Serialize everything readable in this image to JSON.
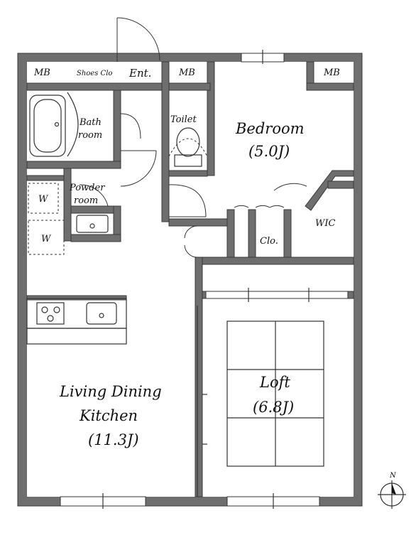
{
  "rooms": {
    "mb_left": "MB",
    "shoes": "Shoes Clo",
    "ent": "Ent.",
    "mb_mid": "MB",
    "mb_right": "MB",
    "bath_line1": "Bath",
    "bath_line2": "room",
    "toilet": "Toilet",
    "bedroom": "Bedroom",
    "bedroom_size": "(5.0J)",
    "powder_line1": "Powder",
    "powder_line2": "room",
    "wm1": "W",
    "wm2": "W",
    "wic": "WIC",
    "clo": "Clo.",
    "loft": "Loft",
    "loft_size": "(6.8J)",
    "ldk_line1": "Living Dining",
    "ldk_line2": "Kitchen",
    "ldk_size": "(11.3J)"
  },
  "compass": {
    "north_label": "N"
  }
}
